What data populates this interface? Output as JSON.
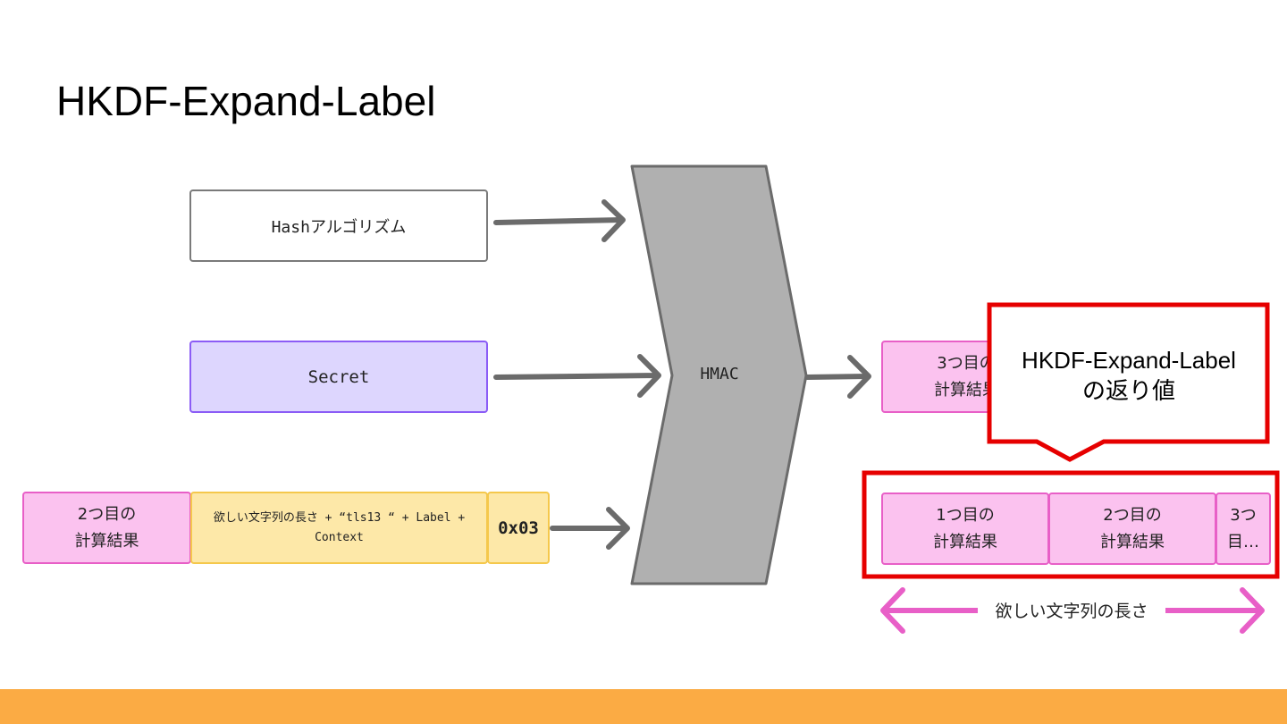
{
  "slide": {
    "title": "HKDF-Expand-Label"
  },
  "inputs": {
    "hash_label": "Hashアルゴリズム",
    "secret_label": "Secret",
    "prev_result_label": "2つ目の\n計算結果",
    "info_label": "欲しい文字列の長さ + “tls13 “ + Label + Context",
    "counter_label": "0x03"
  },
  "hmac": {
    "label": "HMAC"
  },
  "output": {
    "current_result_label": "3つ目の\n計算結果",
    "result_blocks": [
      "1つ目の\n計算結果",
      "2つ目の\n計算結果",
      "3つ\n目…"
    ],
    "callout_text": "HKDF-Expand-Label\nの返り値",
    "length_label": "欲しい文字列の長さ"
  },
  "colors": {
    "accent_pink": "#e85fc7",
    "highlight_red": "#e60000",
    "footer_orange": "#fbab44",
    "secret_purple": "#8b5cf6",
    "info_yellow": "#f5c84c"
  }
}
